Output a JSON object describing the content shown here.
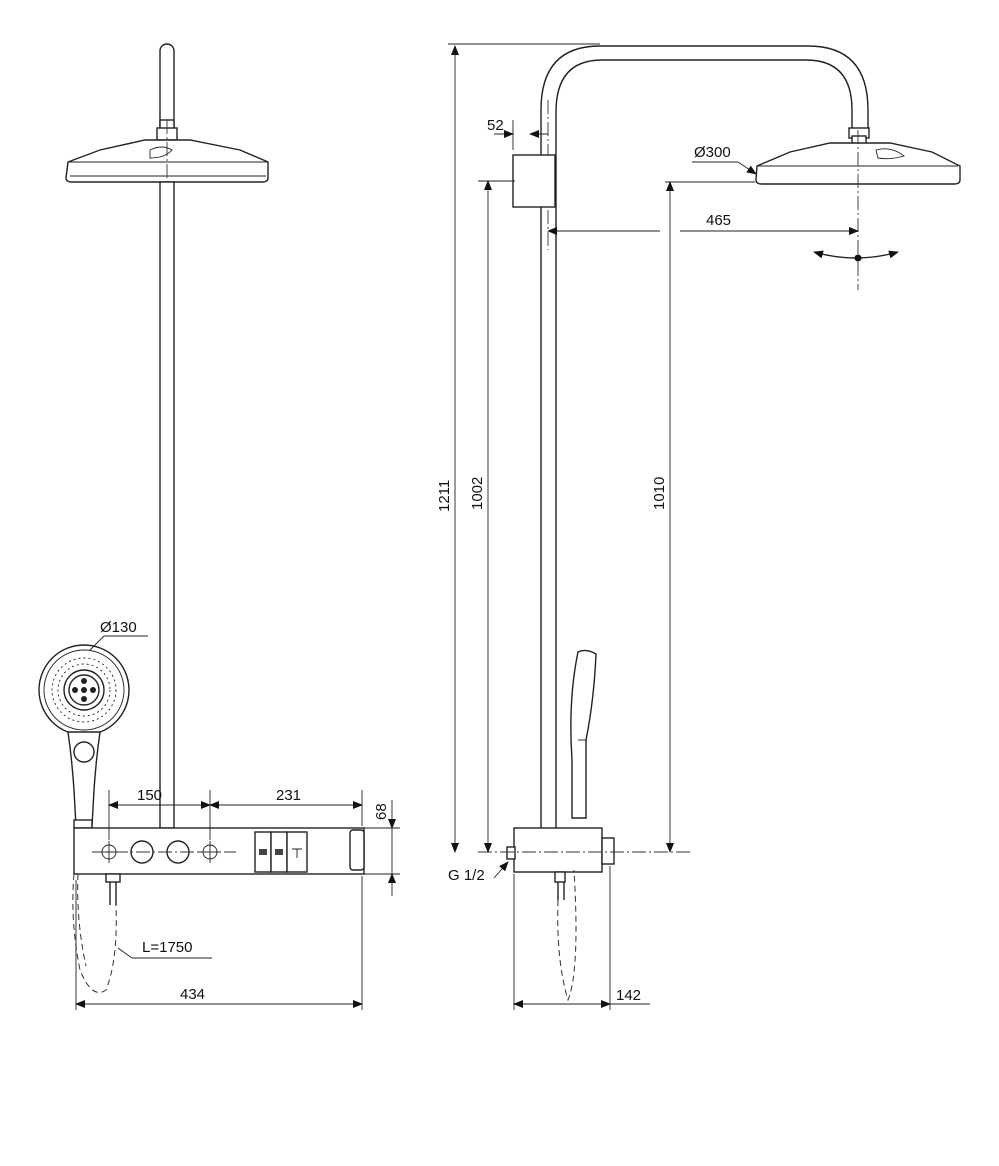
{
  "front_view": {
    "dims": {
      "handshower_diameter": "Ø130",
      "spacing_left": "150",
      "spacing_right": "231",
      "height": "68",
      "hose_length": "L=1750",
      "total_width": "434"
    }
  },
  "side_view": {
    "dims": {
      "wall_offset": "52",
      "head_diameter": "Ø300",
      "arm_reach": "465",
      "total_height": "1211",
      "height_to_bracket": "1002",
      "height_to_head": "1010",
      "connection": "G 1/2",
      "depth": "142"
    }
  },
  "icons": [
    "handshower-icon",
    "bath-spout-icon",
    "shower-head-icon"
  ]
}
